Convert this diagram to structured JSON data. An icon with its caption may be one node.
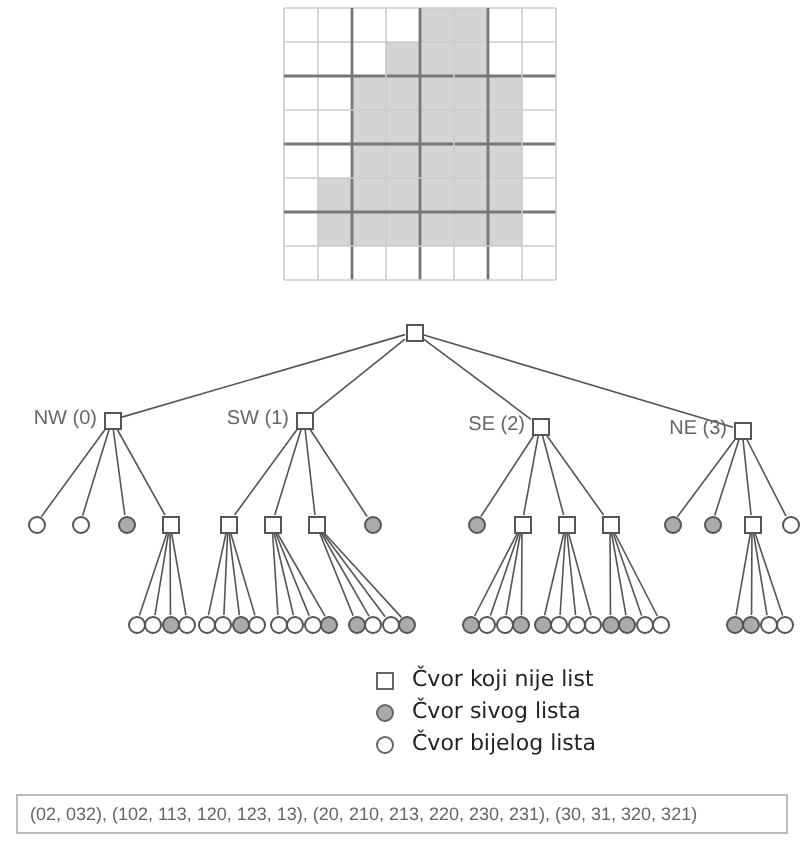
{
  "diagram": {
    "nodes": [
      {
        "text": [],
        "shape": "box"
      },
      {
        "text": [],
        "shape": "box",
        "beside": [
          "NW (0)"
        ]
      },
      {
        "text": [],
        "shape": "box",
        "beside": [
          "SW (1)"
        ]
      },
      {
        "text": [],
        "shape": "box",
        "beside": [
          "SE (2)"
        ]
      },
      {
        "text": [],
        "shape": "box",
        "beside": [
          "NE (3)"
        ]
      },
      {
        "text": [],
        "shape": "circle"
      },
      {
        "text": [],
        "shape": "circle"
      },
      {
        "text": [],
        "shape": "circle"
      },
      {
        "text": [],
        "shape": "box"
      },
      {
        "text": [],
        "shape": "box"
      },
      {
        "text": [],
        "shape": "box"
      },
      {
        "text": [],
        "shape": "box"
      },
      {
        "text": [],
        "shape": "circle"
      },
      {
        "text": [],
        "shape": "circle"
      },
      {
        "text": [],
        "shape": "box"
      },
      {
        "text": [],
        "shape": "box"
      },
      {
        "text": [],
        "shape": "box"
      },
      {
        "text": [],
        "shape": "circle"
      },
      {
        "text": [],
        "shape": "circle"
      },
      {
        "text": [],
        "shape": "box"
      },
      {
        "text": [],
        "shape": "circle"
      },
      {
        "text": [],
        "shape": "circle"
      },
      {
        "text": [],
        "shape": "circle"
      },
      {
        "text": [],
        "shape": "circle"
      },
      {
        "text": [],
        "shape": "circle"
      },
      {
        "text": [],
        "shape": "circle"
      },
      {
        "text": [],
        "shape": "circle"
      },
      {
        "text": [],
        "shape": "circle"
      },
      {
        "text": [],
        "shape": "circle"
      },
      {
        "text": [],
        "shape": "circle"
      },
      {
        "text": [],
        "shape": "circle"
      },
      {
        "text": [],
        "shape": "circle"
      },
      {
        "text": [],
        "shape": "circle"
      },
      {
        "text": [],
        "shape": "circle"
      },
      {
        "text": [],
        "shape": "circle"
      },
      {
        "text": [],
        "shape": "circle"
      },
      {
        "text": [],
        "shape": "circle"
      },
      {
        "text": [],
        "shape": "circle"
      },
      {
        "text": [],
        "shape": "circle"
      },
      {
        "text": [],
        "shape": "circle"
      },
      {
        "text": [],
        "shape": "circle"
      },
      {
        "text": [],
        "shape": "circle"
      },
      {
        "text": [],
        "shape": "circle"
      },
      {
        "text": [],
        "shape": "circle"
      },
      {
        "text": [],
        "shape": "circle"
      },
      {
        "text": [],
        "shape": "circle"
      },
      {
        "text": [],
        "shape": "circle"
      },
      {
        "text": [],
        "shape": "circle"
      },
      {
        "text": [],
        "shape": "circle"
      },
      {
        "text": [],
        "shape": "circle"
      },
      {
        "text": [],
        "shape": "circle"
      },
      {
        "text": [],
        "shape": "circle"
      },
      {
        "text": [],
        "shape": "circle"
      },
      {
        "text": [
          "(02, 032), (102, 113, 120, 123, 13), (20, 210, 213, 220, 230, 231), (30, 31, 320, 321)"
        ]
      }
    ],
    "edges": [
      {
        "from": 0,
        "to": 1,
        "arrow": "none"
      },
      {
        "from": 0,
        "to": 2,
        "arrow": "none"
      },
      {
        "from": 0,
        "to": 3,
        "arrow": "none"
      },
      {
        "from": 0,
        "to": 4,
        "arrow": "none"
      },
      {
        "from": 1,
        "to": 5,
        "arrow": "none"
      },
      {
        "from": 1,
        "to": 6,
        "arrow": "none"
      },
      {
        "from": 1,
        "to": 7,
        "arrow": "none"
      },
      {
        "from": 1,
        "to": 8,
        "arrow": "none"
      },
      {
        "from": 2,
        "to": 9,
        "arrow": "none"
      },
      {
        "from": 2,
        "to": 10,
        "arrow": "none"
      },
      {
        "from": 2,
        "to": 11,
        "arrow": "none"
      },
      {
        "from": 2,
        "to": 12,
        "arrow": "none"
      },
      {
        "from": 3,
        "to": 13,
        "arrow": "none"
      },
      {
        "from": 3,
        "to": 14,
        "arrow": "none"
      },
      {
        "from": 3,
        "to": 15,
        "arrow": "none"
      },
      {
        "from": 3,
        "to": 16,
        "arrow": "none"
      },
      {
        "from": 4,
        "to": 17,
        "arrow": "none"
      },
      {
        "from": 4,
        "to": 18,
        "arrow": "none"
      },
      {
        "from": 4,
        "to": 19,
        "arrow": "none"
      },
      {
        "from": 4,
        "to": 20,
        "arrow": "none"
      },
      {
        "from": 8,
        "to": 21,
        "arrow": "none"
      },
      {
        "from": 8,
        "to": 22,
        "arrow": "none"
      },
      {
        "from": 8,
        "to": 23,
        "arrow": "none"
      },
      {
        "from": 8,
        "to": 24,
        "arrow": "none"
      },
      {
        "from": 9,
        "to": 25,
        "arrow": "none"
      },
      {
        "from": 9,
        "to": 26,
        "arrow": "none"
      },
      {
        "from": 9,
        "to": 27,
        "arrow": "none"
      },
      {
        "from": 9,
        "to": 28,
        "arrow": "none"
      },
      {
        "from": 10,
        "to": 29,
        "arrow": "none"
      },
      {
        "from": 10,
        "to": 30,
        "arrow": "none"
      },
      {
        "from": 10,
        "to": 31,
        "arrow": "none"
      },
      {
        "from": 10,
        "to": 32,
        "arrow": "none"
      },
      {
        "from": 11,
        "to": 33,
        "arrow": "none"
      },
      {
        "from": 11,
        "to": 34,
        "arrow": "none"
      },
      {
        "from": 11,
        "to": 35,
        "arrow": "none"
      },
      {
        "from": 11,
        "to": 36,
        "arrow": "none"
      },
      {
        "from": 14,
        "to": 37,
        "arrow": "none"
      },
      {
        "from": 14,
        "to": 38,
        "arrow": "none"
      },
      {
        "from": 14,
        "to": 39,
        "arrow": "none"
      },
      {
        "from": 14,
        "to": 40,
        "arrow": "none"
      },
      {
        "from": 15,
        "to": 41,
        "arrow": "none"
      },
      {
        "from": 15,
        "to": 42,
        "arrow": "none"
      },
      {
        "from": 15,
        "to": 43,
        "arrow": "none"
      },
      {
        "from": 15,
        "to": 44,
        "arrow": "none"
      },
      {
        "from": 16,
        "to": 45,
        "arrow": "none"
      },
      {
        "from": 16,
        "to": 46,
        "arrow": "none"
      },
      {
        "from": 16,
        "to": 47,
        "arrow": "none"
      },
      {
        "from": 16,
        "to": 48,
        "arrow": "none"
      },
      {
        "from": 19,
        "to": 49,
        "arrow": "none"
      },
      {
        "from": 19,
        "to": 50,
        "arrow": "none"
      },
      {
        "from": 19,
        "to": 51,
        "arrow": "none"
      },
      {
        "from": 19,
        "to": 52,
        "arrow": "none"
      }
    ],
    "legend": [
      {
        "text": "Čvor koji nije list"
      },
      {
        "text": "Čvor sivog lista"
      },
      {
        "text": "Čvor bijelog lista"
      }
    ]
  }
}
